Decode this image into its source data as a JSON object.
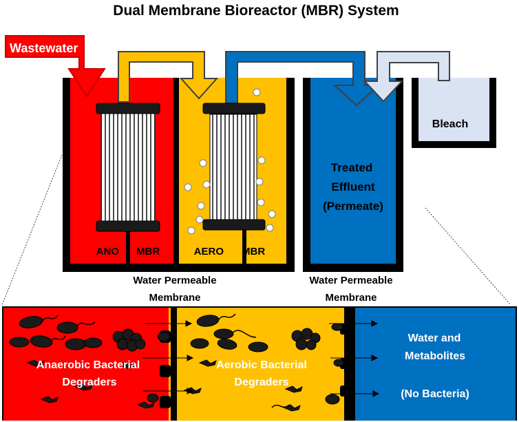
{
  "title": "Dual Membrane Bioreactor (MBR) System",
  "inlet": {
    "label": "Wastewater"
  },
  "tanks": {
    "anoxic": {
      "label_left": "ANO",
      "label_right": "MBR",
      "color": "#ff0000"
    },
    "aerobic": {
      "label_left": "AERO",
      "label_right": "MBR",
      "color": "#ffc000"
    },
    "effluent": {
      "line1": "Treated",
      "line2": "Effluent",
      "line3": "(Permeate)",
      "color": "#0070c0"
    },
    "bleach": {
      "label": "Bleach",
      "color": "#dae3f3"
    }
  },
  "membrane_labels": {
    "first": {
      "line1": "Water Permeable",
      "line2": "Membrane"
    },
    "second": {
      "line1": "Water Permeable",
      "line2": "Membrane"
    }
  },
  "detail": {
    "anaerobic": {
      "line1": "Anaerobic Bacterial",
      "line2": "Degraders"
    },
    "aerobic": {
      "line1": "Aerobic Bacterial",
      "line2": "Degraders"
    },
    "output": {
      "line1": "Water and",
      "line2": "Metabolites",
      "line3": "(No Bacteria)"
    }
  }
}
